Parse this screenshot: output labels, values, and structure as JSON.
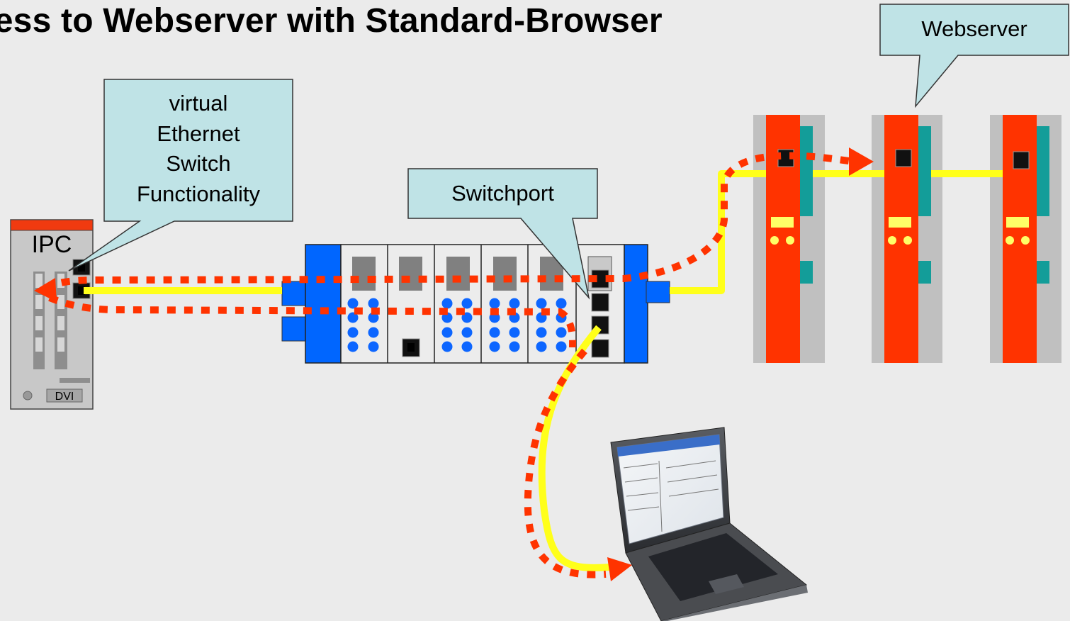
{
  "title": "ccess to Webserver with Standard-Browser",
  "callouts": {
    "webserver": "Webserver",
    "switchport": "Switchport",
    "virtual_switch": [
      "virtual",
      "Ethernet",
      "Switch",
      "Functionality"
    ]
  },
  "ipc": {
    "label": "IPC",
    "port_label": "DVI"
  },
  "colors": {
    "background": "#ebebeb",
    "callout_fill": "#bfe3e6",
    "ethernet_cable": "#ffff1a",
    "data_path": "#ff3300",
    "webserver_module": "#ff3300",
    "bus_coupler": "#0066ff",
    "io_dots": "#0d66ff"
  }
}
